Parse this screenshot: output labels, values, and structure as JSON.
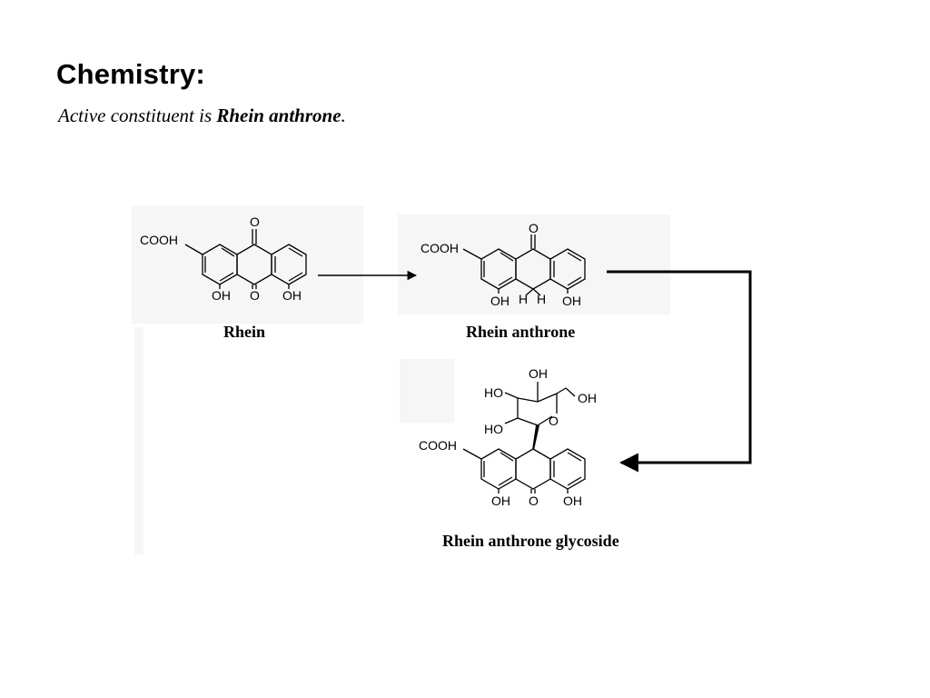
{
  "slide": {
    "title": "Chemistry:",
    "subtitle_prefix": "Active constituent is ",
    "subtitle_bold": "Rhein anthrone",
    "subtitle_suffix": "."
  },
  "compounds": {
    "rhein": {
      "name": "Rhein",
      "labels": {
        "cooh": "COOH",
        "o_top": "O",
        "o_bottom": "O",
        "oh_left": "OH",
        "oh_right": "OH"
      }
    },
    "anthrone": {
      "name": "Rhein anthrone",
      "labels": {
        "cooh": "COOH",
        "o_top": "O",
        "oh_left": "OH",
        "h1": "H",
        "h2": "H",
        "oh_right": "OH"
      }
    },
    "glycoside": {
      "name": "Rhein anthrone glycoside",
      "labels": {
        "cooh": "COOH",
        "o_bottom": "O",
        "oh_left": "OH",
        "oh_right": "OH",
        "sugar_oh_top": "OH",
        "sugar_ho_left": "HO",
        "sugar_oh_right": "OH",
        "sugar_ho_lower": "HO",
        "ring_o": "O"
      }
    }
  },
  "colors": {
    "text": "#000000",
    "background": "#ffffff",
    "halo": "#f4f4f4"
  }
}
